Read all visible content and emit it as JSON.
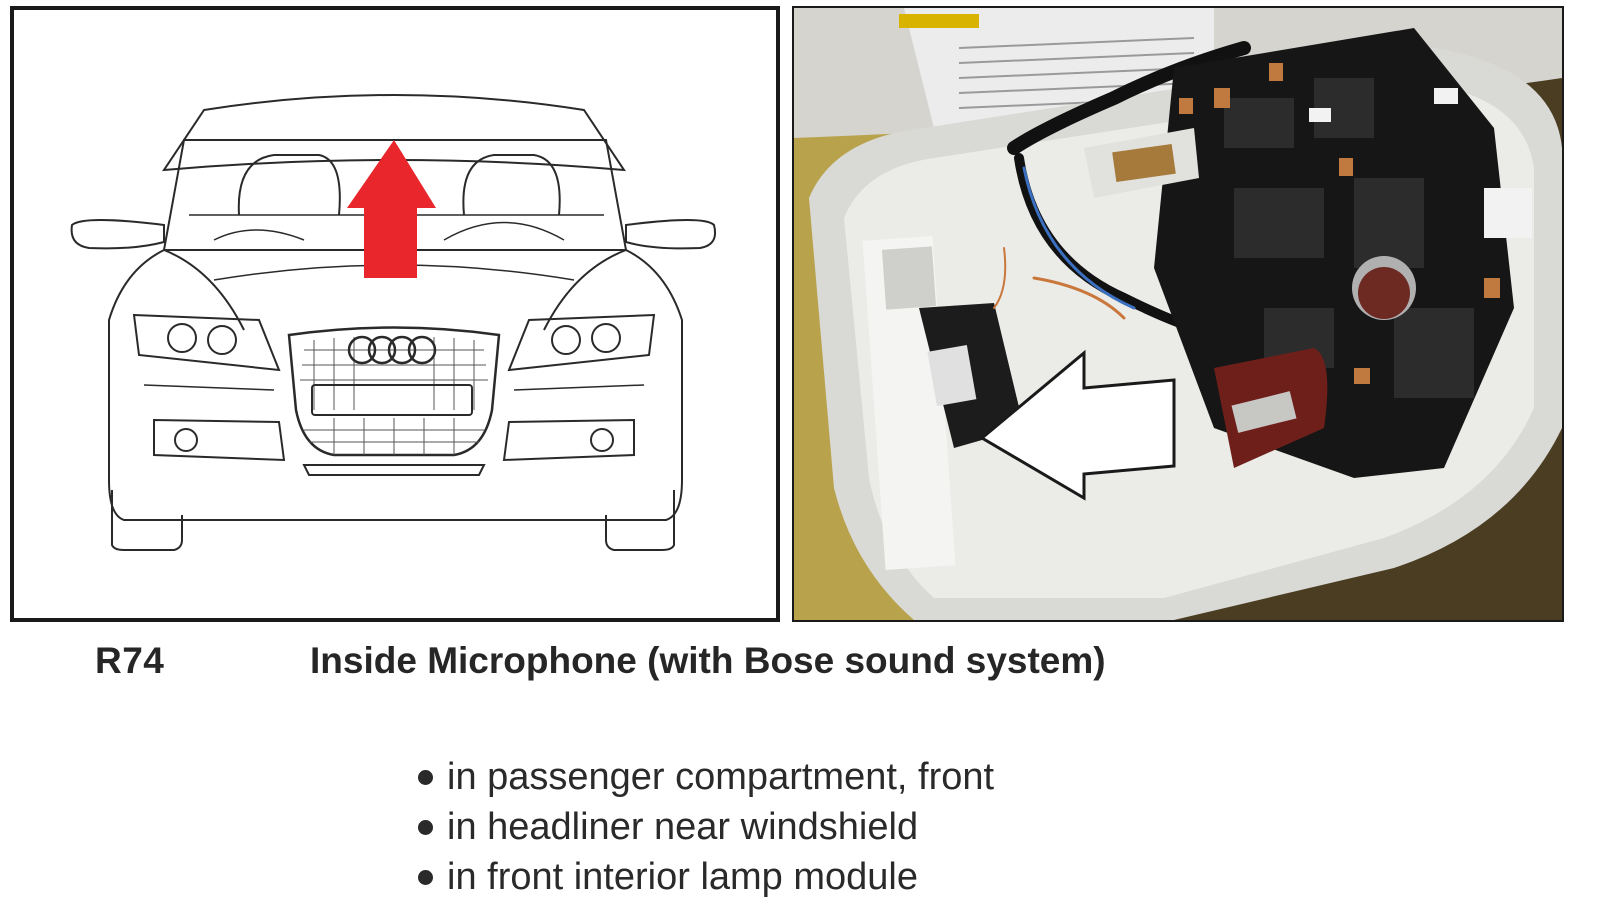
{
  "figure": {
    "left_panel": {
      "image": "car-front-line-drawing",
      "marker": "red-up-arrow",
      "marker_color": "#e8262b"
    },
    "right_panel": {
      "image": "interior-lamp-module-photo",
      "marker": "white-left-arrow",
      "marker_color": "#ffffff"
    }
  },
  "component": {
    "code": "R74",
    "title": "Inside Microphone (with Bose sound system)"
  },
  "locations": [
    "in passenger compartment, front",
    "in headliner near windshield",
    "in front interior lamp module"
  ]
}
